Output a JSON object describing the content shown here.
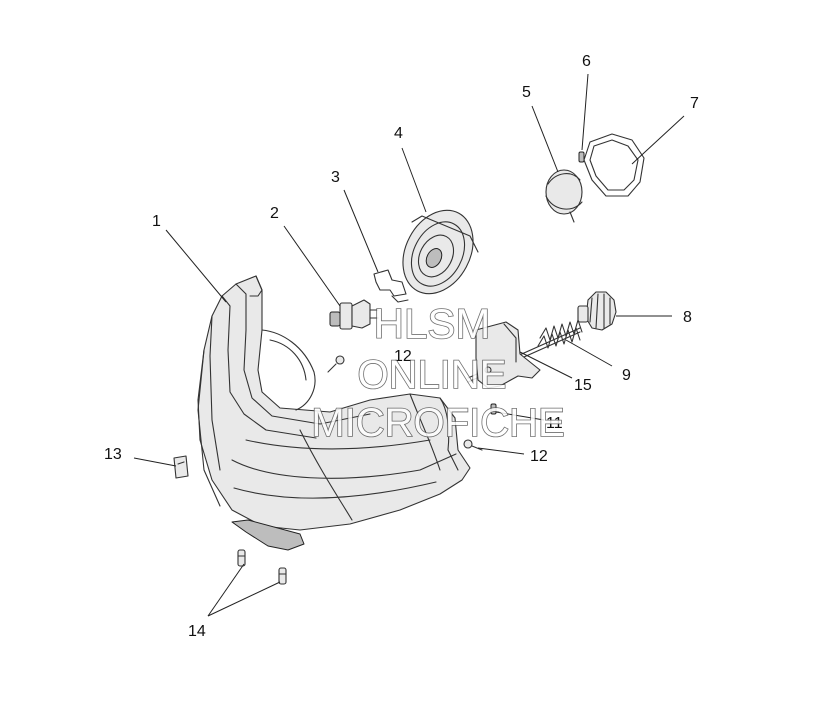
{
  "callouts": {
    "c1": "1",
    "c2": "2",
    "c3": "3",
    "c4": "4",
    "c5": "5",
    "c6": "6",
    "c7": "7",
    "c8": "8",
    "c9": "9",
    "c11": "11",
    "c12a": "12",
    "c12b": "12",
    "c13": "13",
    "c14": "14",
    "c15": "15"
  },
  "watermark": {
    "line1": "HLSM",
    "line2": "ONLINE",
    "line3": "MICROFICHE"
  }
}
